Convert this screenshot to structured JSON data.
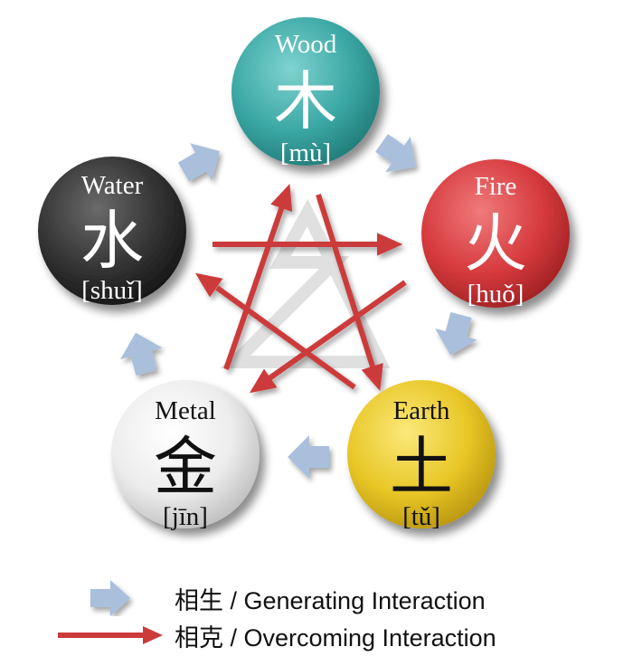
{
  "elements": {
    "wood": {
      "name": "Wood",
      "glyph": "木",
      "pinyin": "[mù]",
      "color": "#3aa7a4"
    },
    "fire": {
      "name": "Fire",
      "glyph": "火",
      "pinyin": "[huǒ]",
      "color": "#d63a3d"
    },
    "earth": {
      "name": "Earth",
      "glyph": "土",
      "pinyin": "[tǔ]",
      "color": "#e8c626"
    },
    "metal": {
      "name": "Metal",
      "glyph": "金",
      "pinyin": "[jīn]",
      "color": "#e6e6e6"
    },
    "water": {
      "name": "Water",
      "glyph": "水",
      "pinyin": "[shuǐ]",
      "color": "#333333"
    }
  },
  "legend": {
    "generating": "相生 / Generating Interaction",
    "overcoming": "相克 / Overcoming Interaction"
  },
  "colors": {
    "generating_arrow": "#a9bfdc",
    "overcoming_arrow": "#cc3a3a"
  }
}
